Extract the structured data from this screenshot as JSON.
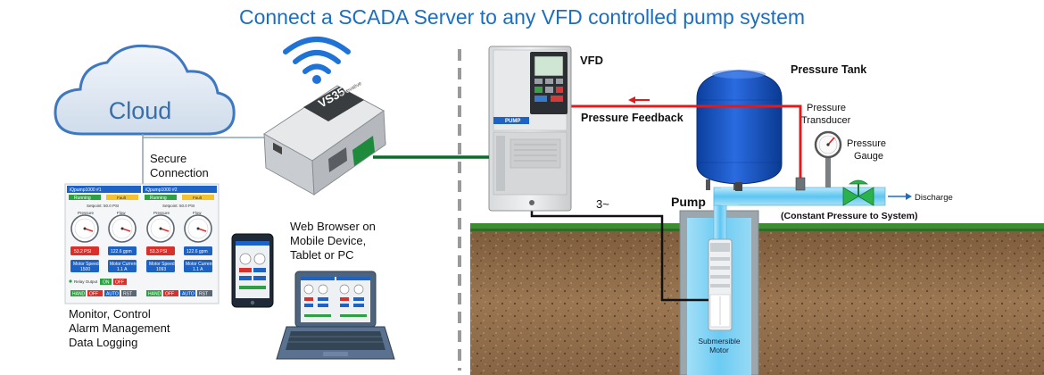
{
  "title": "Connect a SCADA Server to any VFD controlled pump system",
  "cloud": {
    "label": "Cloud"
  },
  "link": {
    "line1": "Secure",
    "line2": "Connection"
  },
  "gateway": {
    "model": "VS350",
    "brand": "Innovative"
  },
  "dashboard": {
    "panels": [
      {
        "name": "iQpump1000 #1",
        "status": "Running",
        "fault": "Fault",
        "setpoint": "Setpoint: 50.0 PSI",
        "g1": "Pressure",
        "g2": "Flow",
        "v1": "53.2 PSI",
        "v2": "122.6 gpm",
        "m1": "Motor Speed",
        "m1v": "1500",
        "m2": "Motor Current",
        "m2v": "1.1 A"
      },
      {
        "name": "iQpump1000 #2",
        "status": "Running",
        "fault": "Fault",
        "setpoint": "Setpoint: 50.0 PSI",
        "g1": "Pressure",
        "g2": "Flow",
        "v1": "53.3 PSI",
        "v2": "122.6 gpm",
        "m1": "Motor Speed",
        "m1v": "1093",
        "m2": "Motor Current",
        "m2v": "1.1 A"
      }
    ],
    "relay": "Relay Output",
    "on": "ON",
    "off": "OFF",
    "buttons": [
      "HAND",
      "OFF",
      "AUTO",
      "RST"
    ]
  },
  "monitor": {
    "line1": "Monitor, Control",
    "line2": "Alarm Management",
    "line3": "Data Logging"
  },
  "web": {
    "line1": "Web Browser on",
    "line2": "Mobile Device,",
    "line3": "Tablet or PC"
  },
  "vfd": {
    "label": "VFD",
    "brand": "PUMP"
  },
  "feedback": {
    "label": "Pressure Feedback"
  },
  "tank": {
    "label": "Pressure Tank"
  },
  "transducer": {
    "line1": "Pressure",
    "line2": "Transducer"
  },
  "gauge": {
    "line1": "Pressure",
    "line2": "Gauge"
  },
  "discharge": {
    "label": "Discharge"
  },
  "constant": {
    "label": "(Constant Pressure to System)"
  },
  "pump": {
    "label": "Pump",
    "phase": "3~"
  },
  "motor": {
    "line1": "Submersible",
    "line2": "Motor"
  },
  "colors": {
    "title": "#1a6fc4",
    "feedback": "#e01b1b",
    "tank": "#1556c9",
    "data_line": "#0b6b2c",
    "soil": "#8a6a4a"
  }
}
